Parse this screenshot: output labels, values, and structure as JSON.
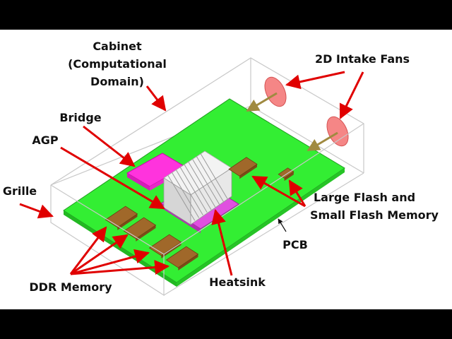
{
  "labels": {
    "cabinet": [
      "Cabinet",
      "(Computational",
      "Domain)"
    ],
    "intake_fans": "2D Intake Fans",
    "bridge": "Bridge",
    "agp": "AGP",
    "grille": "Grille",
    "flash": [
      "Large Flash and",
      "Small Flash Memory"
    ],
    "pcb": "PCB",
    "heatsink": "Heatsink",
    "ddr": "DDR Memory"
  },
  "colors": {
    "background": "#ffffff",
    "letterbox": "#000000",
    "pcb": "#33ee33",
    "pcb_edge": "#22aa22",
    "bridge_chip": "#ff33dd",
    "agp_chip": "#e050e0",
    "memory_chip": "#a0682a",
    "heatsink": "#e4e4e4",
    "fan": "#f47a7a",
    "arrow": "#e00000",
    "fan_flow_arrow": "#a08a40",
    "cabinet_edge": "#c8c8c8"
  }
}
